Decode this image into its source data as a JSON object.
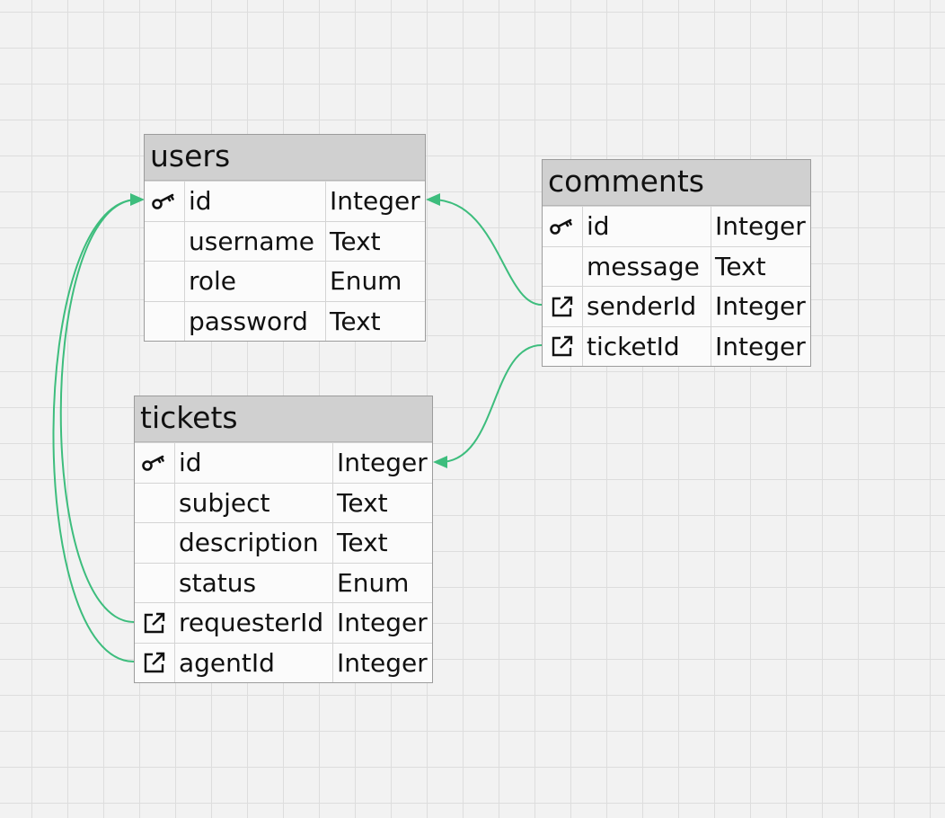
{
  "colors": {
    "link": "#3dbd7d",
    "header": "#d0d0d0",
    "border": "#9c9c9c",
    "grid": "#dddddd",
    "background": "#f2f2f2"
  },
  "tables": [
    {
      "id": "users",
      "title": "users",
      "columns": [
        {
          "icon": "key-icon",
          "name": "id",
          "type": "Integer"
        },
        {
          "icon": "",
          "name": "username",
          "type": "Text"
        },
        {
          "icon": "",
          "name": "role",
          "type": "Enum"
        },
        {
          "icon": "",
          "name": "password",
          "type": "Text"
        }
      ]
    },
    {
      "id": "comments",
      "title": "comments",
      "columns": [
        {
          "icon": "key-icon",
          "name": "id",
          "type": "Integer"
        },
        {
          "icon": "",
          "name": "message",
          "type": "Text"
        },
        {
          "icon": "foreign-key-icon",
          "name": "senderId",
          "type": "Integer"
        },
        {
          "icon": "foreign-key-icon",
          "name": "ticketId",
          "type": "Integer"
        }
      ]
    },
    {
      "id": "tickets",
      "title": "tickets",
      "columns": [
        {
          "icon": "key-icon",
          "name": "id",
          "type": "Integer"
        },
        {
          "icon": "",
          "name": "subject",
          "type": "Text"
        },
        {
          "icon": "",
          "name": "description",
          "type": "Text"
        },
        {
          "icon": "",
          "name": "status",
          "type": "Enum"
        },
        {
          "icon": "foreign-key-icon",
          "name": "requesterId",
          "type": "Integer"
        },
        {
          "icon": "foreign-key-icon",
          "name": "agentId",
          "type": "Integer"
        }
      ]
    }
  ],
  "relations": [
    {
      "from": "comments.senderId",
      "to": "users.id"
    },
    {
      "from": "comments.ticketId",
      "to": "tickets.id"
    },
    {
      "from": "tickets.requesterId",
      "to": "users.id"
    },
    {
      "from": "tickets.agentId",
      "to": "users.id"
    }
  ]
}
